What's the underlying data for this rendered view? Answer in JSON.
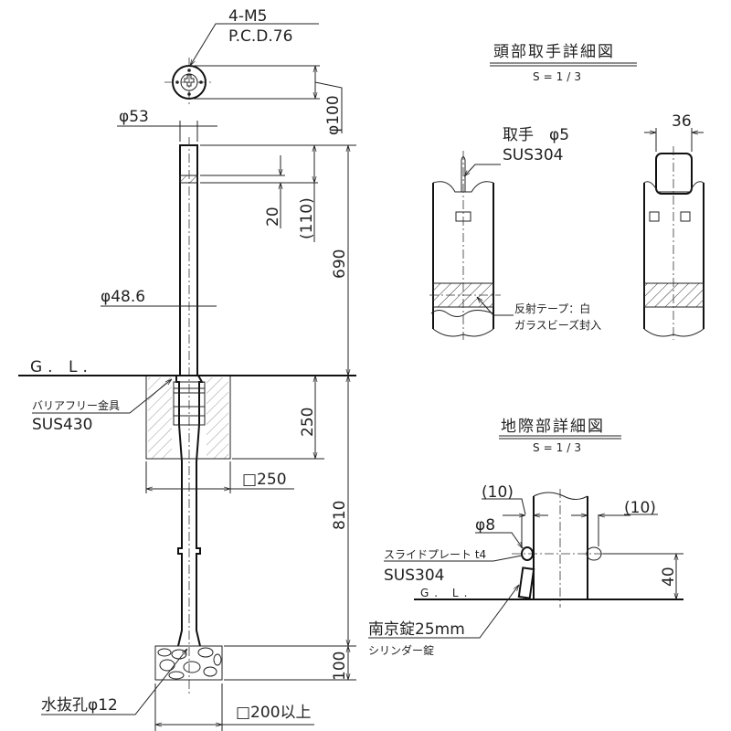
{
  "main_view": {
    "bolt_label": "4-M5",
    "pcd_label": "P.C.D.76",
    "dia_top_plate": "φ100",
    "dia_cap": "φ53",
    "dim_band": "20",
    "dim_band_offset": "(110)",
    "dim_above_ground": "690",
    "dia_pipe": "φ48.6",
    "ground_level": "G. L.",
    "fitting_label": "バリアフリー金具",
    "fitting_material": "SUS430",
    "dim_foundation_depth": "250",
    "foundation_size": "□250",
    "dim_below_ground": "810",
    "dim_gravel": "100",
    "drain_hole": "水抜孔φ12",
    "gravel_size": "□200以上"
  },
  "head_detail": {
    "title": "頭部取手詳細図",
    "scale": "S=1/3",
    "handle_label": "取手　φ5",
    "handle_material": "SUS304",
    "handle_width": "36",
    "tape_label": "反射テープ：白",
    "tape_note": "ガラスビーズ封入"
  },
  "ground_detail": {
    "title": "地際部詳細図",
    "scale": "S=1/3",
    "gap_left": "(10)",
    "gap_right": "(10)",
    "dia_pin": "φ8",
    "plate_label": "スライドプレート t4",
    "plate_material": "SUS304",
    "ground_level": "G. L.",
    "lock_label": "南京錠25mm",
    "lock_note": "シリンダー錠",
    "dim_height": "40"
  }
}
